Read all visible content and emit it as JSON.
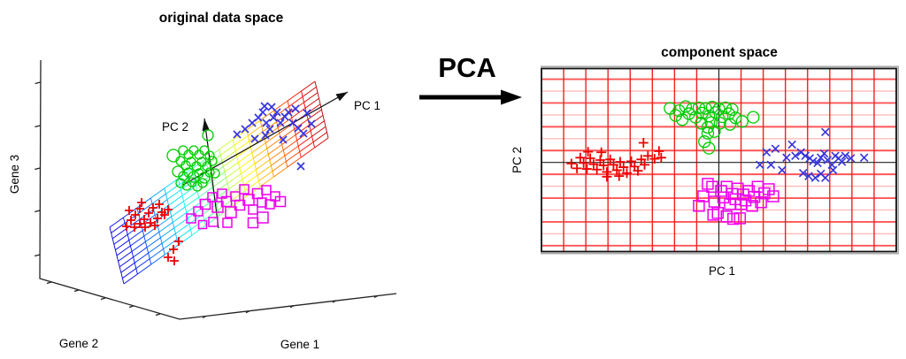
{
  "transform": {
    "label": "PCA"
  },
  "colors": {
    "marker_red": "#ee0000",
    "marker_green": "#00cc00",
    "marker_blue": "#3333dd",
    "marker_magenta": "#ee00ee",
    "grid_vertical": "#ee2222",
    "grid_h_bright": "#ff5555",
    "grid_h_pale": "#ffbbbb",
    "axis_black": "#222222",
    "border_black": "#111111",
    "border_shadow": "#aaaaaa"
  },
  "chart_data": [
    {
      "type": "scatter",
      "projection": "3d",
      "title": "original data space",
      "xlabel": "Gene 1",
      "ylabel": "Gene 2",
      "zlabel": "Gene 3",
      "grid": false,
      "mesh": {
        "description": "rainbow principal-component plane, colored blue to red along PC1",
        "left_top": [
          124,
          257
        ],
        "left_bottom": [
          140,
          321
        ],
        "right_top": [
          356,
          92
        ],
        "right_bottom": [
          371,
          156
        ],
        "long_divisions": 15,
        "short_divisions": 10,
        "colormap": "jet"
      },
      "arrows": {
        "pc1": {
          "label": "PC 1",
          "from": [
            207,
            209
          ],
          "to": [
            393,
            104
          ]
        },
        "pc2": {
          "label": "PC 2",
          "from": [
            247,
            258
          ],
          "to": [
            231,
            134
          ]
        }
      },
      "series": [
        {
          "name": "group-red-plus",
          "marker": "plus",
          "color": "#ee0000",
          "size": 5,
          "points": [
            [
              143,
              256
            ],
            [
              148,
              249
            ],
            [
              153,
              243
            ],
            [
              158,
              236
            ],
            [
              163,
              248
            ],
            [
              168,
              241
            ],
            [
              173,
              235
            ],
            [
              178,
              247
            ],
            [
              183,
              240
            ],
            [
              152,
              257
            ],
            [
              158,
              253
            ],
            [
              164,
              257
            ],
            [
              170,
              252
            ],
            [
              146,
              238
            ],
            [
              160,
              229
            ],
            [
              175,
              255
            ],
            [
              180,
              231
            ],
            [
              186,
              243
            ],
            [
              190,
              237
            ],
            [
              196,
              282
            ],
            [
              202,
              273
            ],
            [
              190,
              291
            ],
            [
              197,
              295
            ]
          ]
        },
        {
          "name": "group-green-circle",
          "marker": "circle",
          "color": "#00cc00",
          "size": 5,
          "points": [
            [
              196,
              176,
              7
            ],
            [
              235,
              153,
              6
            ],
            [
              207,
              170,
              5
            ],
            [
              213,
              175,
              5
            ],
            [
              219,
              170,
              5
            ],
            [
              225,
              175,
              5
            ],
            [
              231,
              170,
              5
            ],
            [
              237,
              176,
              5
            ],
            [
              204,
              182,
              5
            ],
            [
              210,
              187,
              5
            ],
            [
              216,
              183,
              5
            ],
            [
              222,
              188,
              5
            ],
            [
              228,
              183,
              5
            ],
            [
              234,
              188,
              5
            ],
            [
              240,
              182,
              5
            ],
            [
              201,
              194,
              6
            ],
            [
              207,
              199,
              5
            ],
            [
              213,
              195,
              5
            ],
            [
              219,
              200,
              6
            ],
            [
              225,
              196,
              5
            ],
            [
              231,
              201,
              6
            ],
            [
              237,
              195,
              5
            ],
            [
              204,
              207,
              5
            ],
            [
              211,
              210,
              5
            ],
            [
              217,
              206,
              5
            ],
            [
              223,
              211,
              5
            ],
            [
              229,
              207,
              5
            ],
            [
              243,
              196,
              5
            ]
          ]
        },
        {
          "name": "group-magenta-square",
          "marker": "square",
          "color": "#ee00ee",
          "size": 11,
          "points": [
            [
              216,
              247,
              10
            ],
            [
              224,
              239,
              10
            ],
            [
              232,
              231,
              11
            ],
            [
              240,
              223,
              10
            ],
            [
              246,
              234,
              12
            ],
            [
              251,
              219,
              10
            ],
            [
              256,
              228,
              11
            ],
            [
              261,
              240,
              12
            ],
            [
              266,
              222,
              10
            ],
            [
              271,
              232,
              11
            ],
            [
              276,
              214,
              10
            ],
            [
              281,
              226,
              12
            ],
            [
              286,
              237,
              10
            ],
            [
              291,
              219,
              11
            ],
            [
              296,
              229,
              10
            ],
            [
              301,
              215,
              10
            ],
            [
              297,
              246,
              12
            ],
            [
              305,
              231,
              10
            ],
            [
              311,
              222,
              10
            ],
            [
              317,
              228,
              11
            ],
            [
              257,
              252,
              10
            ],
            [
              241,
              251,
              10
            ],
            [
              229,
              254,
              9
            ],
            [
              286,
              252,
              11
            ]
          ]
        },
        {
          "name": "group-blue-x",
          "marker": "x",
          "color": "#3333dd",
          "size": 4,
          "points": [
            [
              268,
              152
            ],
            [
              277,
              146
            ],
            [
              285,
              139
            ],
            [
              292,
              133
            ],
            [
              297,
              127
            ],
            [
              301,
              139
            ],
            [
              305,
              146
            ],
            [
              309,
              133
            ],
            [
              313,
              127
            ],
            [
              317,
              139
            ],
            [
              322,
              132
            ],
            [
              299,
              120
            ],
            [
              307,
              121
            ],
            [
              326,
              127
            ],
            [
              331,
              139
            ],
            [
              337,
              145
            ],
            [
              343,
              151
            ],
            [
              300,
              153
            ],
            [
              288,
              157
            ],
            [
              340,
              188
            ],
            [
              320,
              158
            ],
            [
              334,
              123
            ],
            [
              347,
              128
            ],
            [
              352,
              140
            ]
          ]
        }
      ]
    },
    {
      "type": "scatter",
      "title": "component space",
      "xlabel": "PC 1",
      "ylabel": "PC 2",
      "grid": true,
      "grid_step": 1,
      "xlim": [
        -8,
        8
      ],
      "ylim": [
        -7.5,
        7.9
      ],
      "axis_cross": [
        0,
        0
      ],
      "series": [
        {
          "name": "group-red-plus",
          "marker": "plus",
          "color": "#ee0000",
          "size": 5.5,
          "points": [
            [
              -6.65,
              -0.1
            ],
            [
              -6.4,
              -0.5
            ],
            [
              -6.25,
              0.4
            ],
            [
              -6.1,
              -0.05
            ],
            [
              -5.95,
              -0.55
            ],
            [
              -5.8,
              0.35
            ],
            [
              -5.65,
              -0.15
            ],
            [
              -5.5,
              -0.6
            ],
            [
              -5.35,
              0.2
            ],
            [
              -5.2,
              -0.25
            ],
            [
              -5.05,
              -0.8
            ],
            [
              -4.9,
              0.25
            ],
            [
              -4.75,
              -0.2
            ],
            [
              -4.6,
              -0.65
            ],
            [
              -4.45,
              0.05
            ],
            [
              -4.3,
              -0.4
            ],
            [
              -4.15,
              -0.9
            ],
            [
              -3.95,
              0.1
            ],
            [
              -3.8,
              -0.35
            ],
            [
              -3.65,
              -0.7
            ],
            [
              -3.5,
              0.25
            ],
            [
              -3.35,
              -0.2
            ],
            [
              -3.2,
              0.55
            ],
            [
              -2.9,
              0.3
            ],
            [
              -2.7,
              0.95
            ],
            [
              -2.6,
              0.4
            ],
            [
              -3.4,
              1.65
            ],
            [
              -5.3,
              0.85
            ],
            [
              -5.9,
              0.9
            ],
            [
              -4.5,
              -1.15
            ],
            [
              -5.05,
              -1.2
            ]
          ]
        },
        {
          "name": "group-green-circle",
          "marker": "circle",
          "color": "#00cc00",
          "size": 6.5,
          "points": [
            [
              -2.2,
              4.55
            ],
            [
              -1.95,
              3.95
            ],
            [
              -1.8,
              4.35
            ],
            [
              -1.65,
              3.6
            ],
            [
              -1.5,
              4.7
            ],
            [
              -1.35,
              4.1
            ],
            [
              -1.2,
              4.5
            ],
            [
              -1.05,
              3.8
            ],
            [
              -0.9,
              4.6
            ],
            [
              -0.75,
              4.15
            ],
            [
              -0.6,
              4.55
            ],
            [
              -0.45,
              3.9
            ],
            [
              -0.3,
              4.65
            ],
            [
              -0.15,
              4.2
            ],
            [
              0.0,
              4.5
            ],
            [
              0.15,
              3.85
            ],
            [
              0.3,
              4.6
            ],
            [
              0.45,
              4.1
            ],
            [
              0.6,
              4.45
            ],
            [
              0.75,
              3.75
            ],
            [
              -0.8,
              3.3
            ],
            [
              -0.5,
              2.95
            ],
            [
              -0.35,
              3.35
            ],
            [
              -0.2,
              2.6
            ],
            [
              -0.5,
              2.45
            ],
            [
              -0.65,
              1.75
            ],
            [
              -0.45,
              1.2
            ],
            [
              0.05,
              3.3
            ],
            [
              0.5,
              3.2
            ],
            [
              1.05,
              3.45
            ],
            [
              1.55,
              3.8
            ]
          ]
        },
        {
          "name": "group-magenta-square",
          "marker": "square",
          "color": "#ee00ee",
          "size": 12,
          "points": [
            [
              -0.9,
              -3.65
            ],
            [
              -0.7,
              -2.85
            ],
            [
              -0.5,
              -1.8
            ],
            [
              -0.3,
              -2.05
            ],
            [
              -0.2,
              -3.3
            ],
            [
              -0.05,
              -4.25
            ],
            [
              0.1,
              -2.4
            ],
            [
              0.2,
              -2.95
            ],
            [
              0.35,
              -2.05
            ],
            [
              0.5,
              -3.5
            ],
            [
              0.6,
              -2.65
            ],
            [
              0.75,
              -3.1
            ],
            [
              0.85,
              -2.2
            ],
            [
              1.0,
              -3.5
            ],
            [
              1.1,
              -2.7
            ],
            [
              1.2,
              -3.2
            ],
            [
              1.35,
              -2.4
            ],
            [
              1.5,
              -3.65
            ],
            [
              1.6,
              -2.9
            ],
            [
              1.75,
              -2.05
            ],
            [
              1.9,
              -3.35
            ],
            [
              2.05,
              -2.6
            ],
            [
              2.25,
              -2.25
            ],
            [
              2.45,
              -2.85
            ],
            [
              0.65,
              -4.75
            ],
            [
              0.95,
              -4.7
            ],
            [
              0.35,
              -4.55
            ],
            [
              -0.25,
              -4.4
            ]
          ]
        },
        {
          "name": "group-blue-x",
          "marker": "x",
          "color": "#3333dd",
          "size": 4.2,
          "points": [
            [
              4.8,
              2.55
            ],
            [
              3.3,
              1.5
            ],
            [
              2.55,
              1.15
            ],
            [
              2.15,
              0.85
            ],
            [
              1.85,
              -0.2
            ],
            [
              3.05,
              0.4
            ],
            [
              3.45,
              0.55
            ],
            [
              3.7,
              0.85
            ],
            [
              3.9,
              0.55
            ],
            [
              4.1,
              0.35
            ],
            [
              4.25,
              0.1
            ],
            [
              4.45,
              -0.05
            ],
            [
              4.6,
              0.4
            ],
            [
              4.75,
              0.75
            ],
            [
              4.9,
              0.2
            ],
            [
              5.1,
              -0.2
            ],
            [
              5.25,
              0.55
            ],
            [
              5.4,
              0.35
            ],
            [
              5.55,
              0.05
            ],
            [
              5.7,
              0.55
            ],
            [
              5.95,
              0.35
            ],
            [
              6.55,
              0.4
            ],
            [
              3.8,
              -0.9
            ],
            [
              4.05,
              -1.15
            ],
            [
              4.35,
              -1.3
            ],
            [
              4.6,
              -0.95
            ],
            [
              4.8,
              -1.3
            ],
            [
              5.15,
              -0.65
            ],
            [
              2.85,
              -0.65
            ],
            [
              2.35,
              -0.2
            ]
          ]
        }
      ]
    }
  ]
}
